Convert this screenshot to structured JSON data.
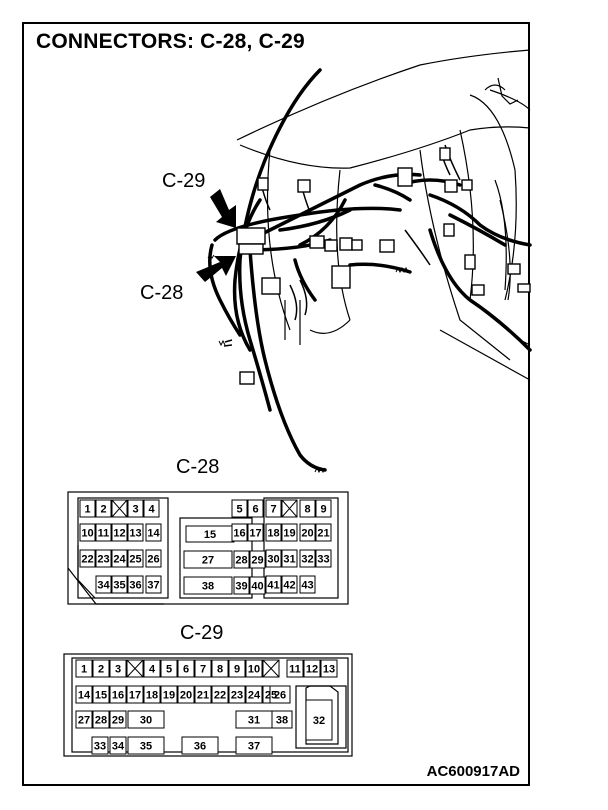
{
  "title": "CONNECTORS: C-28, C-29",
  "callouts": {
    "c29": "C-29",
    "c28": "C-28"
  },
  "figure_code": "AC600917AD",
  "connectors": [
    {
      "name": "C-28",
      "pins": [
        {
          "n": "1",
          "empty": false
        },
        {
          "n": "2",
          "empty": false
        },
        {
          "n": "",
          "empty": true
        },
        {
          "n": "3",
          "empty": false
        },
        {
          "n": "4",
          "empty": false
        },
        {
          "n": "5",
          "empty": false
        },
        {
          "n": "6",
          "empty": false
        },
        {
          "n": "7",
          "empty": false
        },
        {
          "n": "",
          "empty": true
        },
        {
          "n": "8",
          "empty": false
        },
        {
          "n": "9",
          "empty": false
        },
        {
          "n": "10"
        },
        {
          "n": "11"
        },
        {
          "n": "12"
        },
        {
          "n": "13"
        },
        {
          "n": "14"
        },
        {
          "n": "15"
        },
        {
          "n": "16"
        },
        {
          "n": "17"
        },
        {
          "n": "18"
        },
        {
          "n": "19"
        },
        {
          "n": "20"
        },
        {
          "n": "21"
        },
        {
          "n": "22"
        },
        {
          "n": "23"
        },
        {
          "n": "24"
        },
        {
          "n": "25"
        },
        {
          "n": "26"
        },
        {
          "n": "27"
        },
        {
          "n": "28"
        },
        {
          "n": "29"
        },
        {
          "n": "30"
        },
        {
          "n": "31"
        },
        {
          "n": "32"
        },
        {
          "n": "33"
        },
        {
          "n": "34"
        },
        {
          "n": "35"
        },
        {
          "n": "36"
        },
        {
          "n": "37"
        },
        {
          "n": "38"
        },
        {
          "n": "39"
        },
        {
          "n": "40"
        },
        {
          "n": "41"
        },
        {
          "n": "42"
        },
        {
          "n": "43"
        }
      ]
    },
    {
      "name": "C-29",
      "pins": [
        {
          "n": "1"
        },
        {
          "n": "2"
        },
        {
          "n": "3"
        },
        {
          "n": "",
          "empty": true
        },
        {
          "n": "4"
        },
        {
          "n": "5"
        },
        {
          "n": "6"
        },
        {
          "n": "7"
        },
        {
          "n": "8"
        },
        {
          "n": "9"
        },
        {
          "n": "10"
        },
        {
          "n": "",
          "empty": true
        },
        {
          "n": "11"
        },
        {
          "n": "12"
        },
        {
          "n": "13"
        },
        {
          "n": "14"
        },
        {
          "n": "15"
        },
        {
          "n": "16"
        },
        {
          "n": "17"
        },
        {
          "n": "18"
        },
        {
          "n": "19"
        },
        {
          "n": "20"
        },
        {
          "n": "21"
        },
        {
          "n": "22"
        },
        {
          "n": "23"
        },
        {
          "n": "24"
        },
        {
          "n": "25"
        },
        {
          "n": "26"
        },
        {
          "n": "27"
        },
        {
          "n": "28"
        },
        {
          "n": "29"
        },
        {
          "n": "30"
        },
        {
          "n": "31"
        },
        {
          "n": "38"
        },
        {
          "n": "32"
        },
        {
          "n": "33"
        },
        {
          "n": "34"
        },
        {
          "n": "35"
        },
        {
          "n": "36"
        },
        {
          "n": "37"
        }
      ]
    }
  ]
}
